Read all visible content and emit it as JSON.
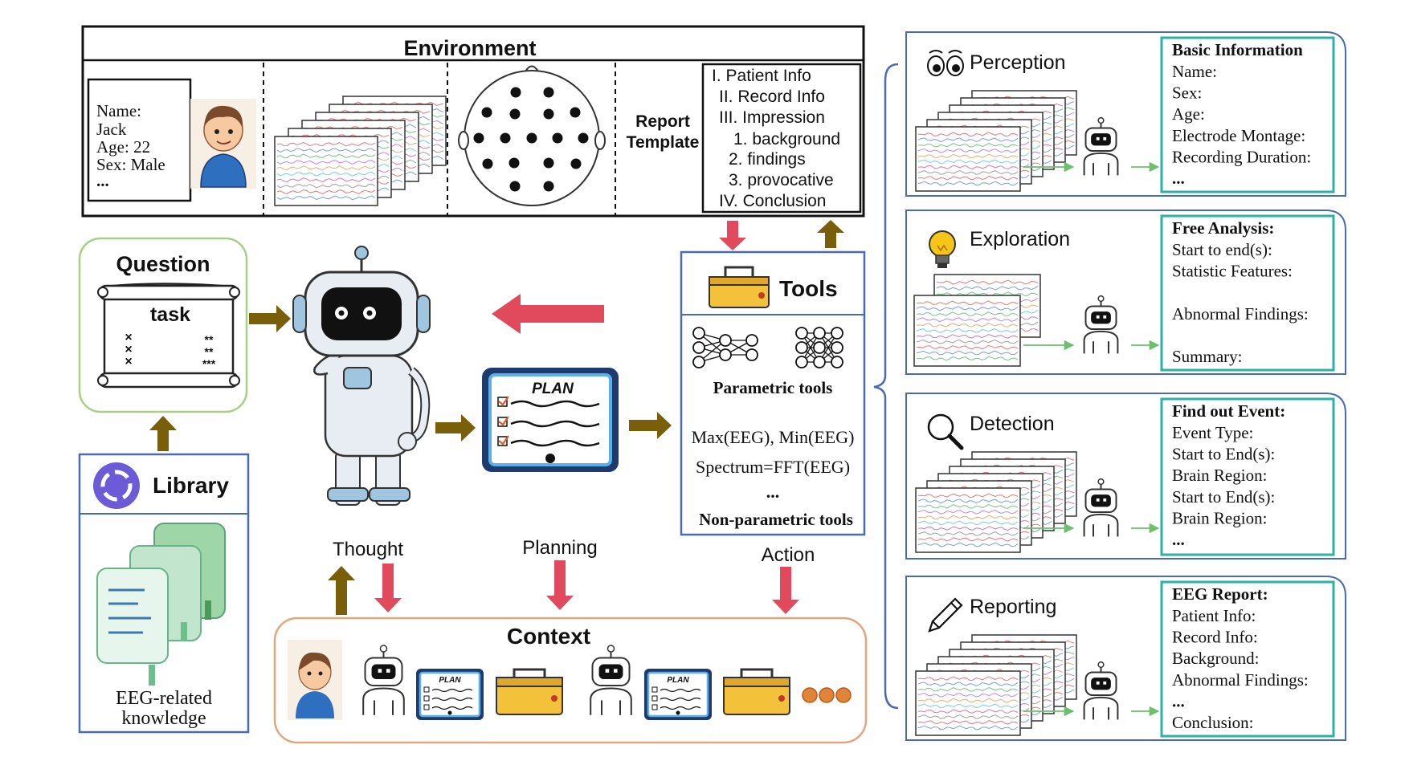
{
  "environment": {
    "title": "Environment",
    "patient_lines": [
      "Name:",
      "Jack",
      "Age: 22",
      "Sex: Male",
      "..."
    ],
    "report_template_label": [
      "Report",
      "Template"
    ],
    "template_items": [
      "I. Patient Info",
      "II. Record Info",
      "III. Impression",
      "1. background",
      "2. findings",
      "3. provocative",
      "IV. Conclusion"
    ]
  },
  "question": {
    "title": "Question",
    "scroll_text": "task",
    "marks_left": [
      "×",
      "×",
      "×"
    ],
    "marks_right": [
      "**",
      "**",
      "***"
    ]
  },
  "library": {
    "title": "Library",
    "caption": [
      "EEG-related",
      "knowledge"
    ]
  },
  "plan": {
    "label": "PLAN"
  },
  "tools": {
    "title": "Tools",
    "parametric_label": "Parametric tools",
    "formulas": [
      "Max(EEG), Min(EEG)",
      "Spectrum=FFT(EEG)",
      "..."
    ],
    "nonparametric_label": "Non-parametric tools"
  },
  "loop_labels": {
    "thought": "Thought",
    "planning": "Planning",
    "action": "Action"
  },
  "context": {
    "title": "Context"
  },
  "stages": [
    {
      "name": "Perception",
      "icon": "eyes-icon",
      "heading": "Basic Information",
      "lines": [
        "Name:",
        "Sex:",
        "Age:",
        "Electrode Montage:",
        "Recording Duration:",
        "..."
      ]
    },
    {
      "name": "Exploration",
      "icon": "lightbulb-icon",
      "heading": "Free Analysis:",
      "lines": [
        "Start to end(s):",
        "Statistic Features:",
        "",
        "Abnormal Findings:",
        "",
        "Summary:"
      ]
    },
    {
      "name": "Detection",
      "icon": "magnifier-icon",
      "heading": "Find out Event:",
      "lines": [
        "Event Type:",
        "Start  to End(s):",
        "Brain Region:",
        "Start  to End(s):",
        "Brain Region:",
        "..."
      ]
    },
    {
      "name": "Reporting",
      "icon": "pencil-icon",
      "heading": "EEG Report:",
      "lines": [
        "Patient Info:",
        "Record Info:",
        "Background:",
        "Abnormal Findings:",
        "...",
        "Conclusion:"
      ]
    }
  ],
  "colors": {
    "arrow_olive": "#7a5f0a",
    "arrow_red": "#e04a5c",
    "panel_blue": "#4a6ab2",
    "teal": "#2bb2a6",
    "question_green": "#a9cf86",
    "context_orange": "#e0a77c"
  }
}
